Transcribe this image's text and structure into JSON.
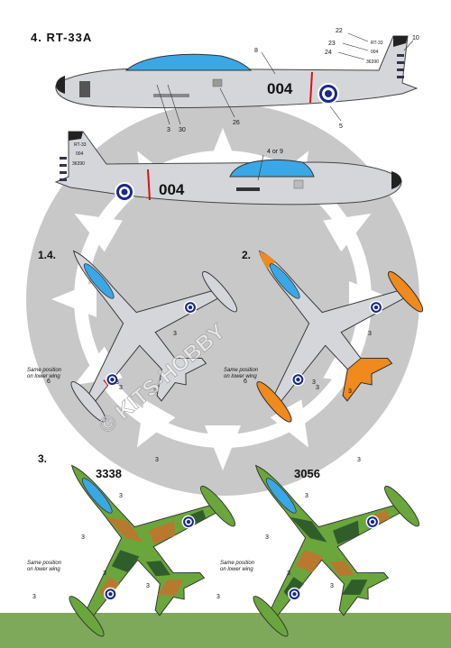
{
  "title": "4. RT-33A",
  "watermark": "© KITS-HOBBY",
  "colors": {
    "silver": "#d4d6da",
    "canopy": "#3aa7e6",
    "orange": "#f08a1c",
    "camo_green": "#6aa63c",
    "camo_brown": "#b8792e",
    "camo_dark": "#2f5e2b",
    "roundel_blue": "#1a2a8a",
    "bg_emblem": "#c8c8c8",
    "grass": "#7fa95a"
  },
  "side1": {
    "code": "004",
    "tail_code": "RT-33",
    "tail_num": "004",
    "serial": "36390",
    "callouts": [
      "22",
      "23",
      "24",
      "8",
      "10",
      "3",
      "30",
      "26",
      "5"
    ]
  },
  "side2": {
    "code": "004",
    "tail_code": "RT-33",
    "tail_num": "004",
    "serial": "36390",
    "callout_4or9": "4 or 9"
  },
  "views": {
    "v14": {
      "label": "1.4.",
      "callouts": [
        "6",
        "3",
        "3",
        "3",
        "3"
      ],
      "note_line1": "Same position",
      "note_line2": "on lower wing"
    },
    "v2": {
      "label": "2.",
      "callouts": [
        "6",
        "3",
        "3",
        "3",
        "3"
      ],
      "note_line1": "Same position",
      "note_line2": "on lower wing"
    },
    "v3a": {
      "label": "3.",
      "number": "3338",
      "callouts": [
        "3",
        "3",
        "3",
        "3",
        "3",
        "3"
      ],
      "note_line1": "Same position",
      "note_line2": "on lower wing"
    },
    "v3b": {
      "number": "3056",
      "callouts": [
        "3",
        "3",
        "3",
        "3",
        "3",
        "3"
      ],
      "note_line1": "Same position",
      "note_line2": "on lower wing"
    }
  }
}
